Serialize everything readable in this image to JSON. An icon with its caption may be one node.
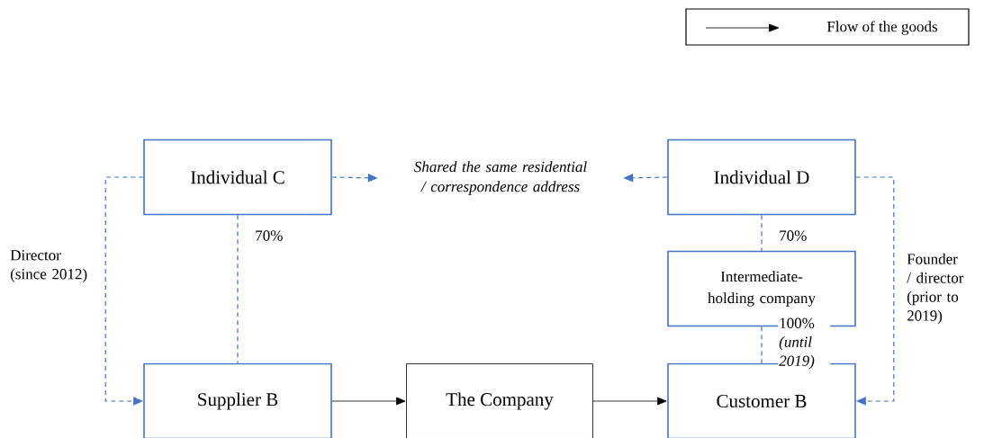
{
  "diagram": {
    "nodes": [
      {
        "text": [
          "Individual C"
        ]
      },
      {
        "text": [
          "Shared the same residential / correspondence address"
        ]
      },
      {
        "text": [
          "Individual D"
        ]
      },
      {
        "text": [
          "Intermediate-holding company"
        ]
      },
      {
        "text": [
          "Supplier B"
        ]
      },
      {
        "text": [
          "The Company"
        ]
      },
      {
        "text": [
          "Customer B"
        ]
      }
    ],
    "edges": [
      {
        "from": 0,
        "to": 1,
        "arrow": "to",
        "style": "dashed"
      },
      {
        "from": 2,
        "to": 1,
        "arrow": "to",
        "style": "dashed"
      },
      {
        "from": 0,
        "to": 4,
        "arrow": "none",
        "style": "dashed",
        "label": "70%"
      },
      {
        "from": 2,
        "to": 3,
        "arrow": "none",
        "style": "dashed",
        "label": "70%"
      },
      {
        "from": 3,
        "to": 6,
        "arrow": "none",
        "style": "dashed",
        "label": "100% *(until 2019)*"
      },
      {
        "from": 0,
        "to": 4,
        "arrow": "to",
        "style": "dashed",
        "label": "Director (since 2012)"
      },
      {
        "from": 2,
        "to": 6,
        "arrow": "to",
        "style": "dashed",
        "label": "Founder / director (prior to 2019)"
      },
      {
        "from": 4,
        "to": 5,
        "arrow": "to",
        "color": "#000000"
      },
      {
        "from": 5,
        "to": 6,
        "arrow": "to",
        "color": "#000000"
      }
    ],
    "legend": [
      {
        "text": "Flow of the goods"
      }
    ]
  }
}
